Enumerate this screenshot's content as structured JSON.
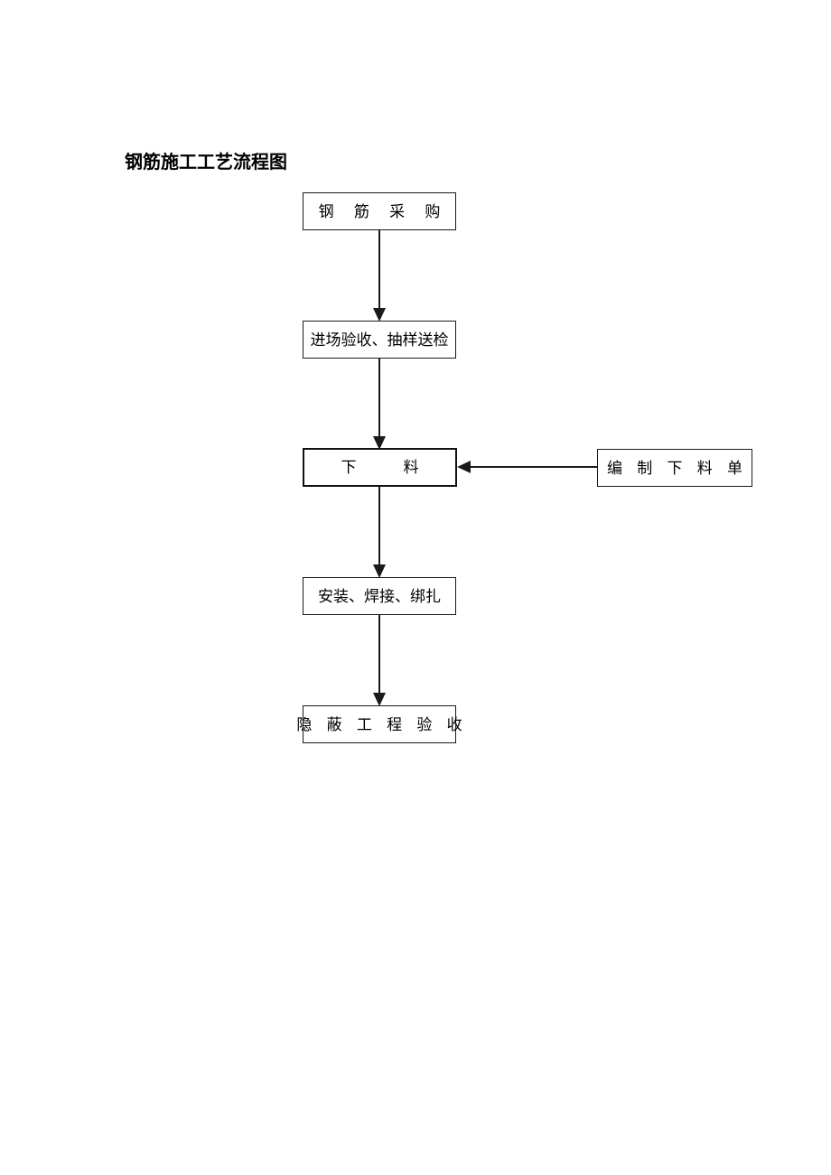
{
  "document": {
    "title": "钢筋施工工艺流程图",
    "background_color": "#ffffff",
    "text_color": "#000000",
    "line_color": "#1a1a1a"
  },
  "flowchart": {
    "type": "process-flow",
    "orientation": "top-to-bottom",
    "nodes": [
      {
        "id": "purchase",
        "label": "钢 筋 采 购",
        "plain_label": "钢筋采购",
        "shape": "rectangle",
        "order": 1
      },
      {
        "id": "inspect",
        "label": "进场验收、抽样送检",
        "plain_label": "进场验收、抽样送检",
        "shape": "rectangle",
        "order": 2
      },
      {
        "id": "cutting",
        "label": "下　　　料",
        "plain_label": "下料",
        "shape": "rectangle",
        "order": 3
      },
      {
        "id": "cutlist",
        "label": "编 制 下 料 单",
        "plain_label": "编制下料单",
        "shape": "rectangle",
        "order": 3,
        "branch": "right-input"
      },
      {
        "id": "assemble",
        "label": "安装、焊接、绑扎",
        "plain_label": "安装、焊接、绑扎",
        "shape": "rectangle",
        "order": 4
      },
      {
        "id": "acceptance",
        "label": "隐 蔽 工 程 验 收",
        "plain_label": "隐蔽工程验收",
        "shape": "rectangle",
        "order": 5
      }
    ],
    "edges": [
      {
        "id": "e1",
        "from": "purchase",
        "to": "inspect",
        "direction": "down"
      },
      {
        "id": "e2",
        "from": "inspect",
        "to": "cutting",
        "direction": "down"
      },
      {
        "id": "e3",
        "from": "cutting",
        "to": "assemble",
        "direction": "down"
      },
      {
        "id": "e4",
        "from": "assemble",
        "to": "acceptance",
        "direction": "down"
      },
      {
        "id": "e5",
        "from": "cutlist",
        "to": "cutting",
        "direction": "left"
      }
    ]
  }
}
